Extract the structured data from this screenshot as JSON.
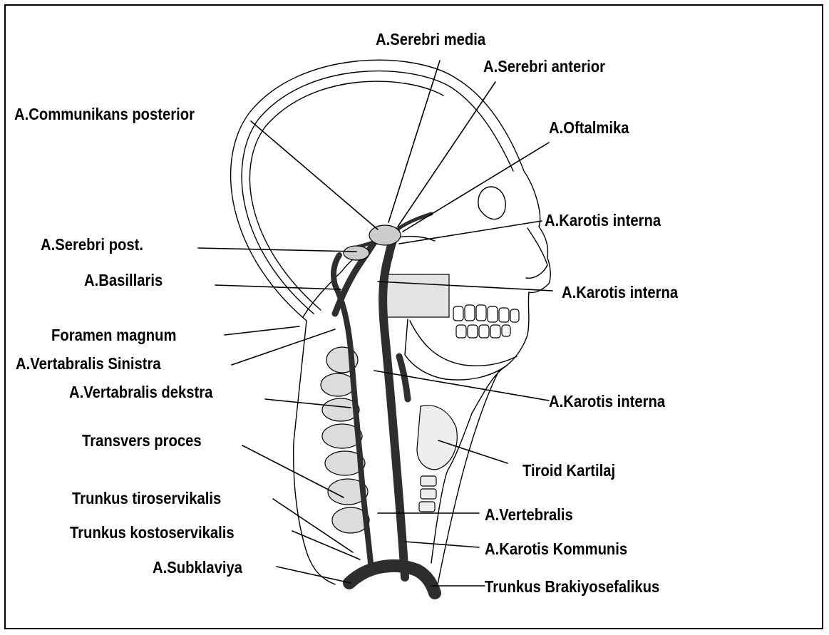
{
  "labels": {
    "serebri_media": "A.Serebri media",
    "serebri_anterior": "A.Serebri anterior",
    "communikans_posterior": "A.Communikans posterior",
    "oftalmika": "A.Oftalmika",
    "karotis_interna_1": "A.Karotis interna",
    "serebri_post": "A.Serebri post.",
    "basillaris": "A.Basillaris",
    "karotis_interna_2": "A.Karotis interna",
    "foramen_magnum": "Foramen magnum",
    "vertabralis_sinistra": "A.Vertabralis Sinistra",
    "vertabralis_dekstra": "A.Vertabralis dekstra",
    "karotis_interna_3": "A.Karotis interna",
    "transvers_proces": "Transvers proces",
    "tiroid_kartilaj": "Tiroid Kartilaj",
    "trunkus_tiroservikalis": "Trunkus tiroservikalis",
    "vertebralis": "A.Vertebralis",
    "trunkus_kostoservikalis": "Trunkus kostoservikalis",
    "karotis_kommunis": "A.Karotis Kommunis",
    "subklaviya": "A.Subklaviya",
    "trunkus_brakiyosefalikus": "Trunkus Brakiyosefalikus"
  },
  "colors": {
    "line": "#000000",
    "artery": "#3a3a3a",
    "bone_fill": "#cfcfcf",
    "background": "#ffffff"
  }
}
